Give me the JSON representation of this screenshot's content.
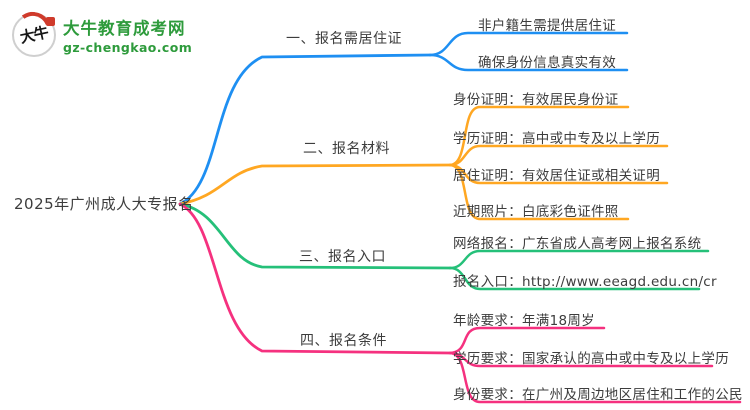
{
  "logo": {
    "brand": "大牛教育成考网",
    "domain": "gz-chengkao.com",
    "mark_text": "大牛",
    "brand_color": "#2e9b3c",
    "seal_color": "#cf3a2b"
  },
  "central_topic": "2025年广州成人大专报名",
  "branches": [
    {
      "label": "一、报名需居住证",
      "color": "#1e8ff2",
      "items": [
        "非户籍生需提供居住证",
        "确保身份信息真实有效"
      ]
    },
    {
      "label": "二、报名材料",
      "color": "#ffa722",
      "items": [
        "身份证明：有效居民身份证",
        "学历证明：高中或中专及以上学历",
        "居住证明：有效居住证或相关证明",
        "近期照片：白底彩色证件照"
      ]
    },
    {
      "label": "三、报名入口",
      "color": "#25c079",
      "items": [
        "网络报名：广东省成人高考网上报名系统",
        "报名入口：http://www.eeagd.edu.cn/cr"
      ]
    },
    {
      "label": "四、报名条件",
      "color": "#f5317f",
      "items": [
        "年龄要求：年满18周岁",
        "学历要求：国家承认的高中或中专及以上学历",
        "身份要求：在广州及周边地区居住和工作的公民"
      ]
    }
  ]
}
